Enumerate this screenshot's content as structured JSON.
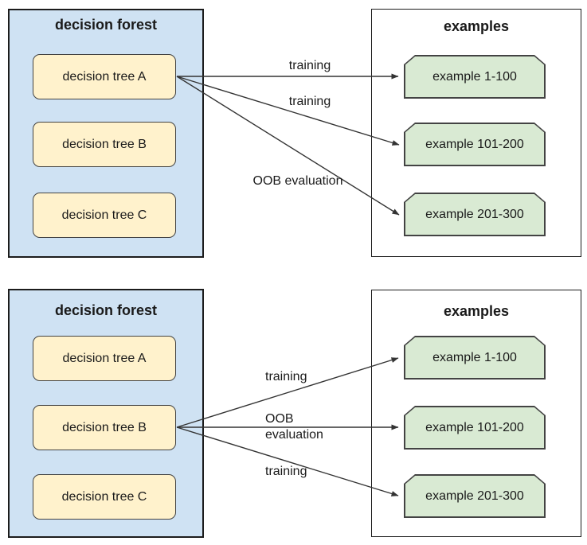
{
  "colors": {
    "background": "#ffffff",
    "forest_fill": "#cfe2f3",
    "forest_border": "#1c1c1c",
    "tree_fill": "#fff2cc",
    "tree_border": "#434343",
    "examples_fill": "#ffffff",
    "examples_border": "#1c1c1c",
    "example_fill": "#d9ead3",
    "example_border": "#434343",
    "arrow": "#333333",
    "text": "#1a1a1a"
  },
  "panels": [
    {
      "forest": {
        "title": "decision forest",
        "trees": [
          "decision tree A",
          "decision tree B",
          "decision tree C"
        ]
      },
      "examples": {
        "title": "examples",
        "items": [
          "example 1-100",
          "example 101-200",
          "example 201-300"
        ]
      },
      "arrows": [
        {
          "label": "training",
          "from": "decision tree A",
          "to": "example 1-100"
        },
        {
          "label": "training",
          "from": "decision tree A",
          "to": "example 101-200"
        },
        {
          "label": "OOB evaluation",
          "from": "decision tree A",
          "to": "example 201-300"
        }
      ]
    },
    {
      "forest": {
        "title": "decision forest",
        "trees": [
          "decision tree A",
          "decision tree B",
          "decision tree C"
        ]
      },
      "examples": {
        "title": "examples",
        "items": [
          "example 1-100",
          "example 101-200",
          "example 201-300"
        ]
      },
      "arrows": [
        {
          "label": "training",
          "from": "decision tree B",
          "to": "example 1-100"
        },
        {
          "label": "OOB evaluation",
          "from": "decision tree B",
          "to": "example 101-200"
        },
        {
          "label": "training",
          "from": "decision tree B",
          "to": "example 201-300"
        }
      ]
    }
  ]
}
